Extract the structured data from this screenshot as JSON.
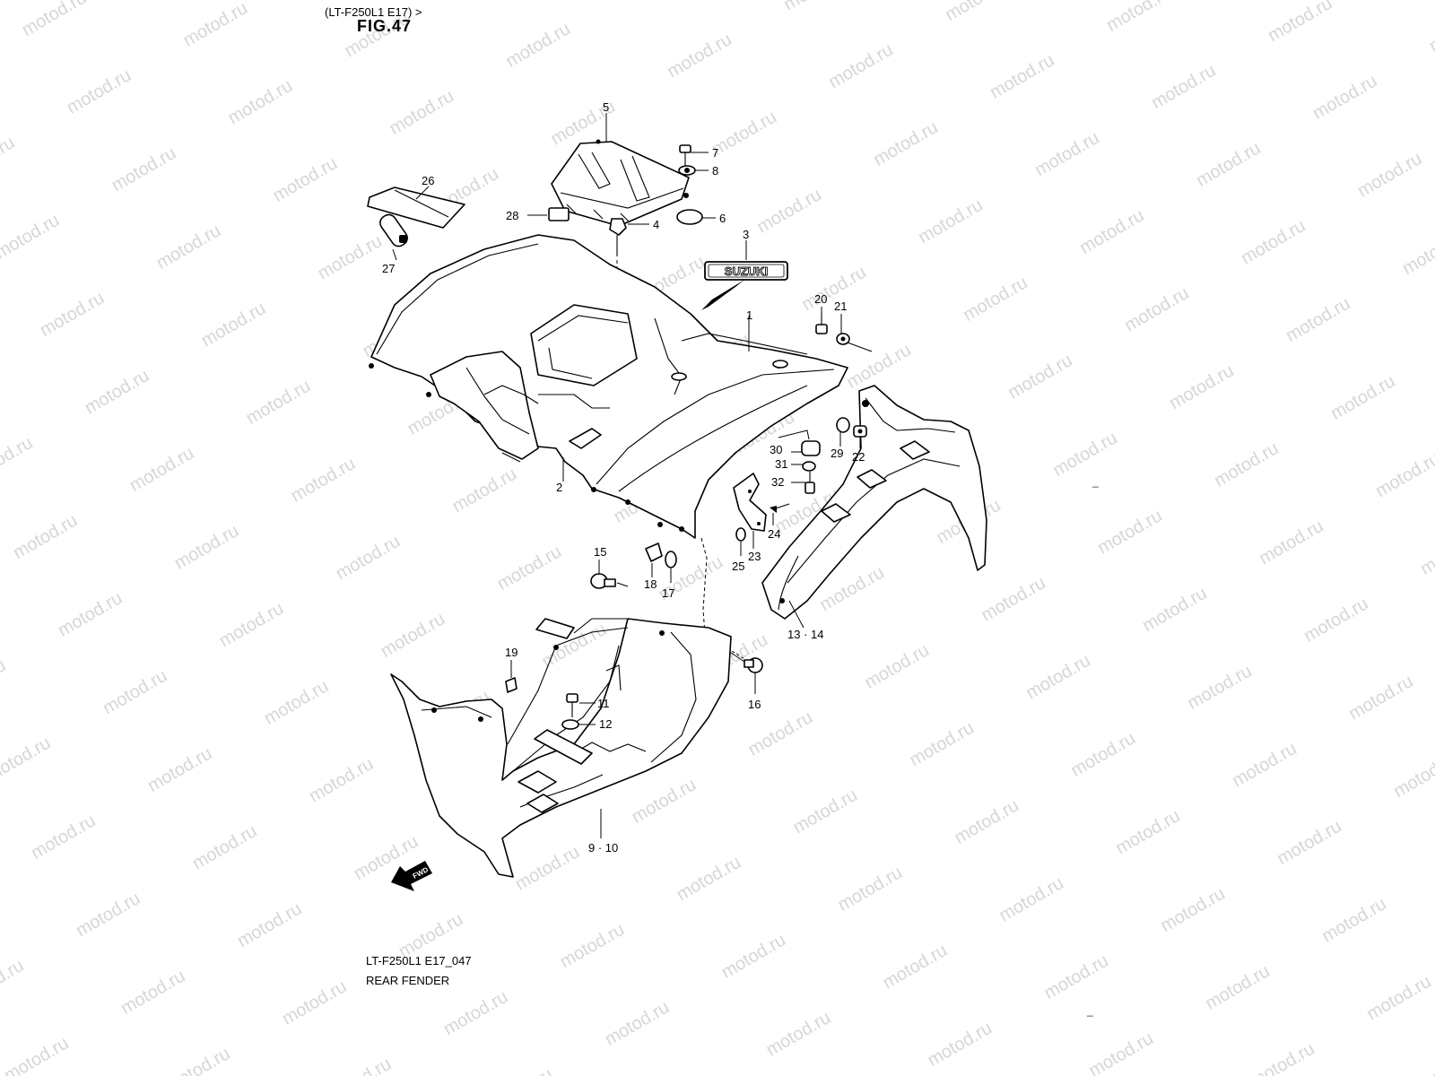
{
  "header": {
    "reference": "(LT-F250L1 E17) >",
    "fig_fragment": "FIG.47"
  },
  "watermark": "motod.ru",
  "diagram": {
    "code": "LT-F250L1 E17_047",
    "title": "REAR FENDER",
    "emblem_text": "SUZUKI",
    "direction_text": "FWD",
    "callouts": {
      "c1": "1",
      "c2": "2",
      "c3": "3",
      "c4": "4",
      "c5": "5",
      "c6": "6",
      "c7": "7",
      "c8": "8",
      "c9_10": "9 · 10",
      "c11": "11",
      "c12": "12",
      "c13_14": "13 · 14",
      "c15": "15",
      "c16": "16",
      "c17": "17",
      "c18": "18",
      "c19": "19",
      "c20": "20",
      "c21": "21",
      "c22": "22",
      "c23": "23",
      "c24": "24",
      "c25": "25",
      "c26": "26",
      "c27": "27",
      "c28": "28",
      "c29": "29",
      "c30": "30",
      "c31": "31",
      "c32": "32"
    },
    "stray_marks": [
      "_",
      "_"
    ]
  }
}
